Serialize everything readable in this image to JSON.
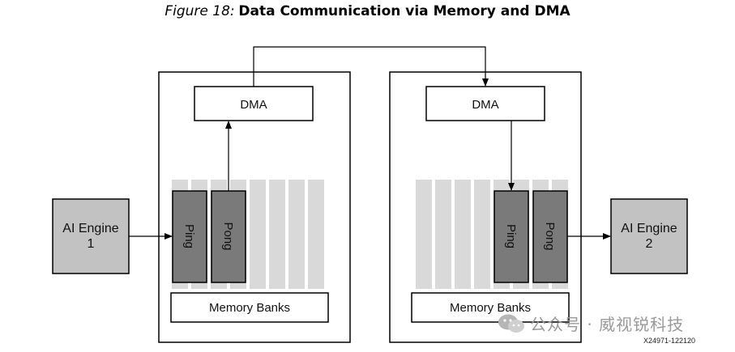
{
  "figure": {
    "label": "Figure 18:",
    "title": "Data Communication via Memory and DMA"
  },
  "left_tile": {
    "dma_label": "DMA",
    "ping_label": "Ping",
    "pong_label": "Pong",
    "memory_banks_label": "Memory Banks"
  },
  "right_tile": {
    "dma_label": "DMA",
    "ping_label": "Ping",
    "pong_label": "Pong",
    "memory_banks_label": "Memory Banks"
  },
  "engine_1": {
    "line1": "AI Engine",
    "line2": "1"
  },
  "engine_2": {
    "line1": "AI Engine",
    "line2": "2"
  },
  "watermark": "公众号 · 威视锐科技",
  "doc_code": "X24971-122120",
  "colors": {
    "engine_fill": "#c2c2c2",
    "buffer_fill": "#7a7a7a",
    "bank_fill": "#d9d9d9",
    "stroke": "#000000"
  }
}
